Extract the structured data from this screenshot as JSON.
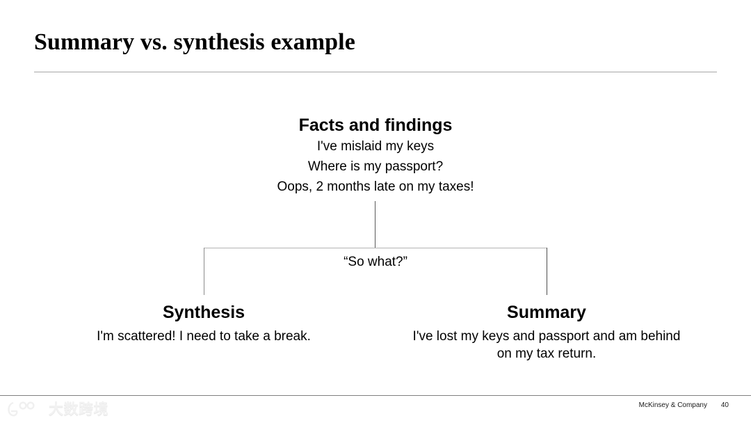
{
  "slide": {
    "title": "Summary vs. synthesis example"
  },
  "diagram": {
    "facts": {
      "heading": "Facts and findings",
      "items": [
        "I've mislaid my keys",
        "Where is my passport?",
        "Oops, 2 months late on my taxes!"
      ]
    },
    "connector": {
      "label": "“So what?”"
    },
    "branches": [
      {
        "heading": "Synthesis",
        "body": "I'm scattered! I need to take a break."
      },
      {
        "heading": "Summary",
        "body": "I've lost my keys and passport and am behind on my tax return."
      }
    ]
  },
  "footer": {
    "brand": "McKinsey & Company",
    "page_number": "40"
  },
  "watermark": {
    "text": "大数跨境"
  },
  "colors": {
    "rule": "#a6a6a6",
    "connector_line": "#595959",
    "text": "#000000",
    "footer_rule": "#808080"
  }
}
